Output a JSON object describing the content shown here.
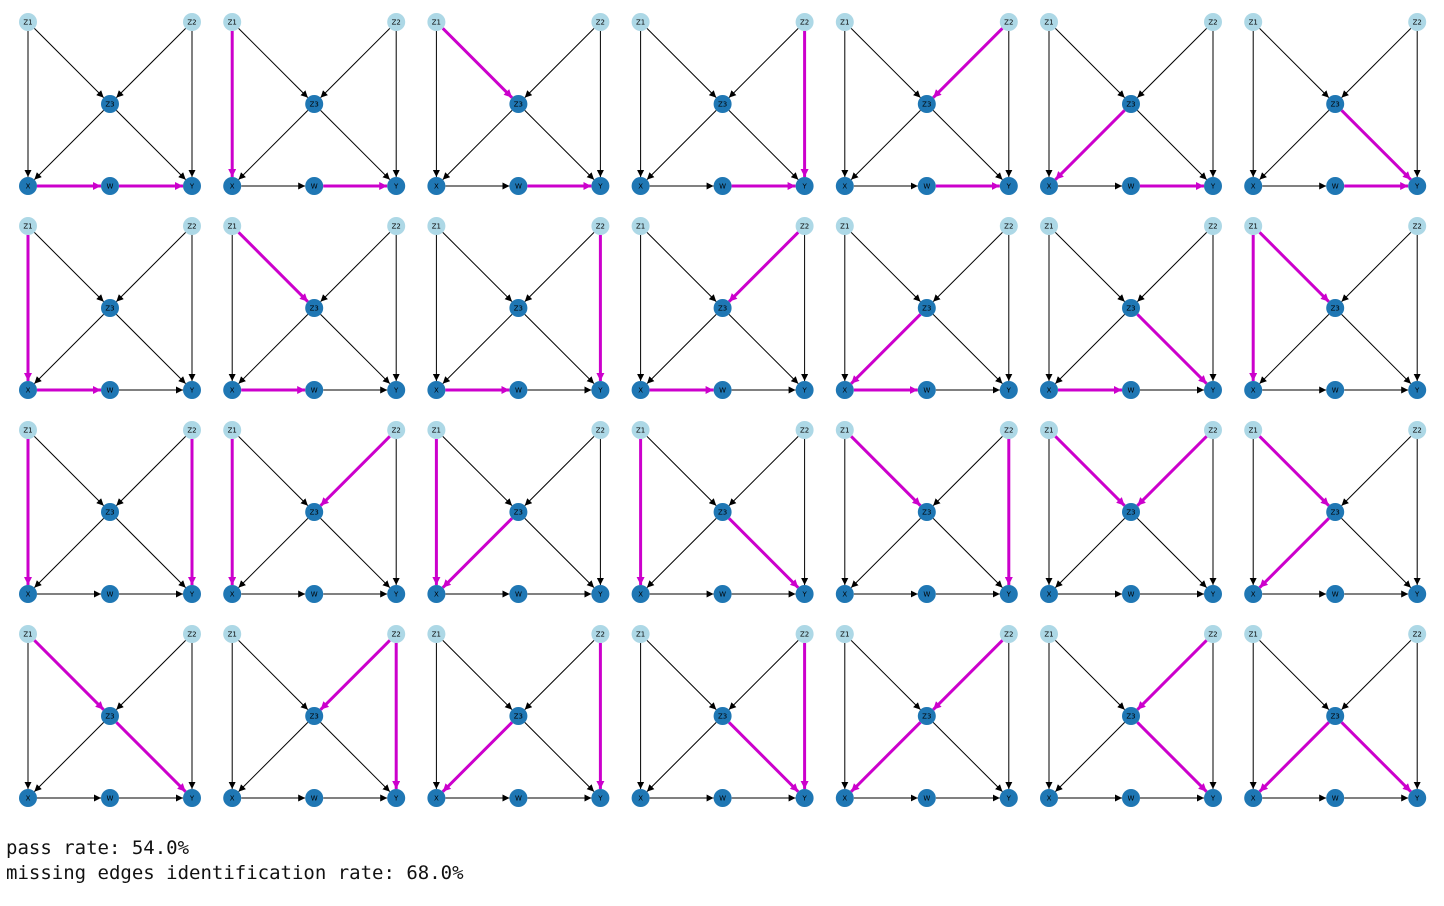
{
  "colors": {
    "root_node": "#add8e6",
    "inner_node": "#1f77b4",
    "edge": "#000000",
    "highlight": "#cc00cc",
    "background": "#ffffff"
  },
  "nodes": [
    {
      "id": "Z1",
      "label": "Z1",
      "kind": "root"
    },
    {
      "id": "Z2",
      "label": "Z2",
      "kind": "root"
    },
    {
      "id": "Z3",
      "label": "Z3",
      "kind": "inner"
    },
    {
      "id": "X",
      "label": "X",
      "kind": "inner"
    },
    {
      "id": "W",
      "label": "W",
      "kind": "inner"
    },
    {
      "id": "Y",
      "label": "Y",
      "kind": "inner"
    }
  ],
  "edges": [
    [
      "Z1",
      "X"
    ],
    [
      "Z1",
      "Z3"
    ],
    [
      "Z2",
      "Z3"
    ],
    [
      "Z2",
      "Y"
    ],
    [
      "Z3",
      "X"
    ],
    [
      "Z3",
      "Y"
    ],
    [
      "X",
      "W"
    ],
    [
      "W",
      "Y"
    ]
  ],
  "graphs": [
    {
      "highlighted": [
        [
          "X",
          "W"
        ],
        [
          "W",
          "Y"
        ]
      ]
    },
    {
      "highlighted": [
        [
          "Z1",
          "X"
        ],
        [
          "W",
          "Y"
        ]
      ]
    },
    {
      "highlighted": [
        [
          "Z1",
          "Z3"
        ],
        [
          "W",
          "Y"
        ]
      ]
    },
    {
      "highlighted": [
        [
          "Z2",
          "Y"
        ],
        [
          "W",
          "Y"
        ]
      ]
    },
    {
      "highlighted": [
        [
          "Z2",
          "Z3"
        ],
        [
          "W",
          "Y"
        ]
      ]
    },
    {
      "highlighted": [
        [
          "Z3",
          "X"
        ],
        [
          "W",
          "Y"
        ]
      ]
    },
    {
      "highlighted": [
        [
          "Z3",
          "Y"
        ],
        [
          "W",
          "Y"
        ]
      ]
    },
    {
      "highlighted": [
        [
          "Z1",
          "X"
        ],
        [
          "X",
          "W"
        ]
      ]
    },
    {
      "highlighted": [
        [
          "Z1",
          "Z3"
        ],
        [
          "X",
          "W"
        ]
      ]
    },
    {
      "highlighted": [
        [
          "Z2",
          "Y"
        ],
        [
          "X",
          "W"
        ]
      ]
    },
    {
      "highlighted": [
        [
          "Z2",
          "Z3"
        ],
        [
          "X",
          "W"
        ]
      ]
    },
    {
      "highlighted": [
        [
          "Z3",
          "X"
        ],
        [
          "X",
          "W"
        ]
      ]
    },
    {
      "highlighted": [
        [
          "Z3",
          "Y"
        ],
        [
          "X",
          "W"
        ]
      ]
    },
    {
      "highlighted": [
        [
          "Z1",
          "X"
        ],
        [
          "Z1",
          "Z3"
        ]
      ]
    },
    {
      "highlighted": [
        [
          "Z1",
          "X"
        ],
        [
          "Z2",
          "Y"
        ]
      ]
    },
    {
      "highlighted": [
        [
          "Z1",
          "X"
        ],
        [
          "Z2",
          "Z3"
        ]
      ]
    },
    {
      "highlighted": [
        [
          "Z1",
          "X"
        ],
        [
          "Z3",
          "X"
        ]
      ]
    },
    {
      "highlighted": [
        [
          "Z1",
          "X"
        ],
        [
          "Z3",
          "Y"
        ]
      ]
    },
    {
      "highlighted": [
        [
          "Z1",
          "Z3"
        ],
        [
          "Z2",
          "Y"
        ]
      ]
    },
    {
      "highlighted": [
        [
          "Z1",
          "Z3"
        ],
        [
          "Z2",
          "Z3"
        ]
      ]
    },
    {
      "highlighted": [
        [
          "Z1",
          "Z3"
        ],
        [
          "Z3",
          "X"
        ]
      ]
    },
    {
      "highlighted": [
        [
          "Z1",
          "Z3"
        ],
        [
          "Z3",
          "Y"
        ]
      ]
    },
    {
      "highlighted": [
        [
          "Z2",
          "Y"
        ],
        [
          "Z2",
          "Z3"
        ]
      ]
    },
    {
      "highlighted": [
        [
          "Z2",
          "Y"
        ],
        [
          "Z3",
          "X"
        ]
      ]
    },
    {
      "highlighted": [
        [
          "Z2",
          "Y"
        ],
        [
          "Z3",
          "Y"
        ]
      ]
    },
    {
      "highlighted": [
        [
          "Z2",
          "Z3"
        ],
        [
          "Z3",
          "X"
        ]
      ]
    },
    {
      "highlighted": [
        [
          "Z2",
          "Z3"
        ],
        [
          "Z3",
          "Y"
        ]
      ]
    },
    {
      "highlighted": [
        [
          "Z3",
          "X"
        ],
        [
          "Z3",
          "Y"
        ]
      ]
    }
  ],
  "output": {
    "pass_rate_line": "pass rate: 54.0%",
    "missing_edges_line": "missing edges identification rate: 68.0%"
  }
}
